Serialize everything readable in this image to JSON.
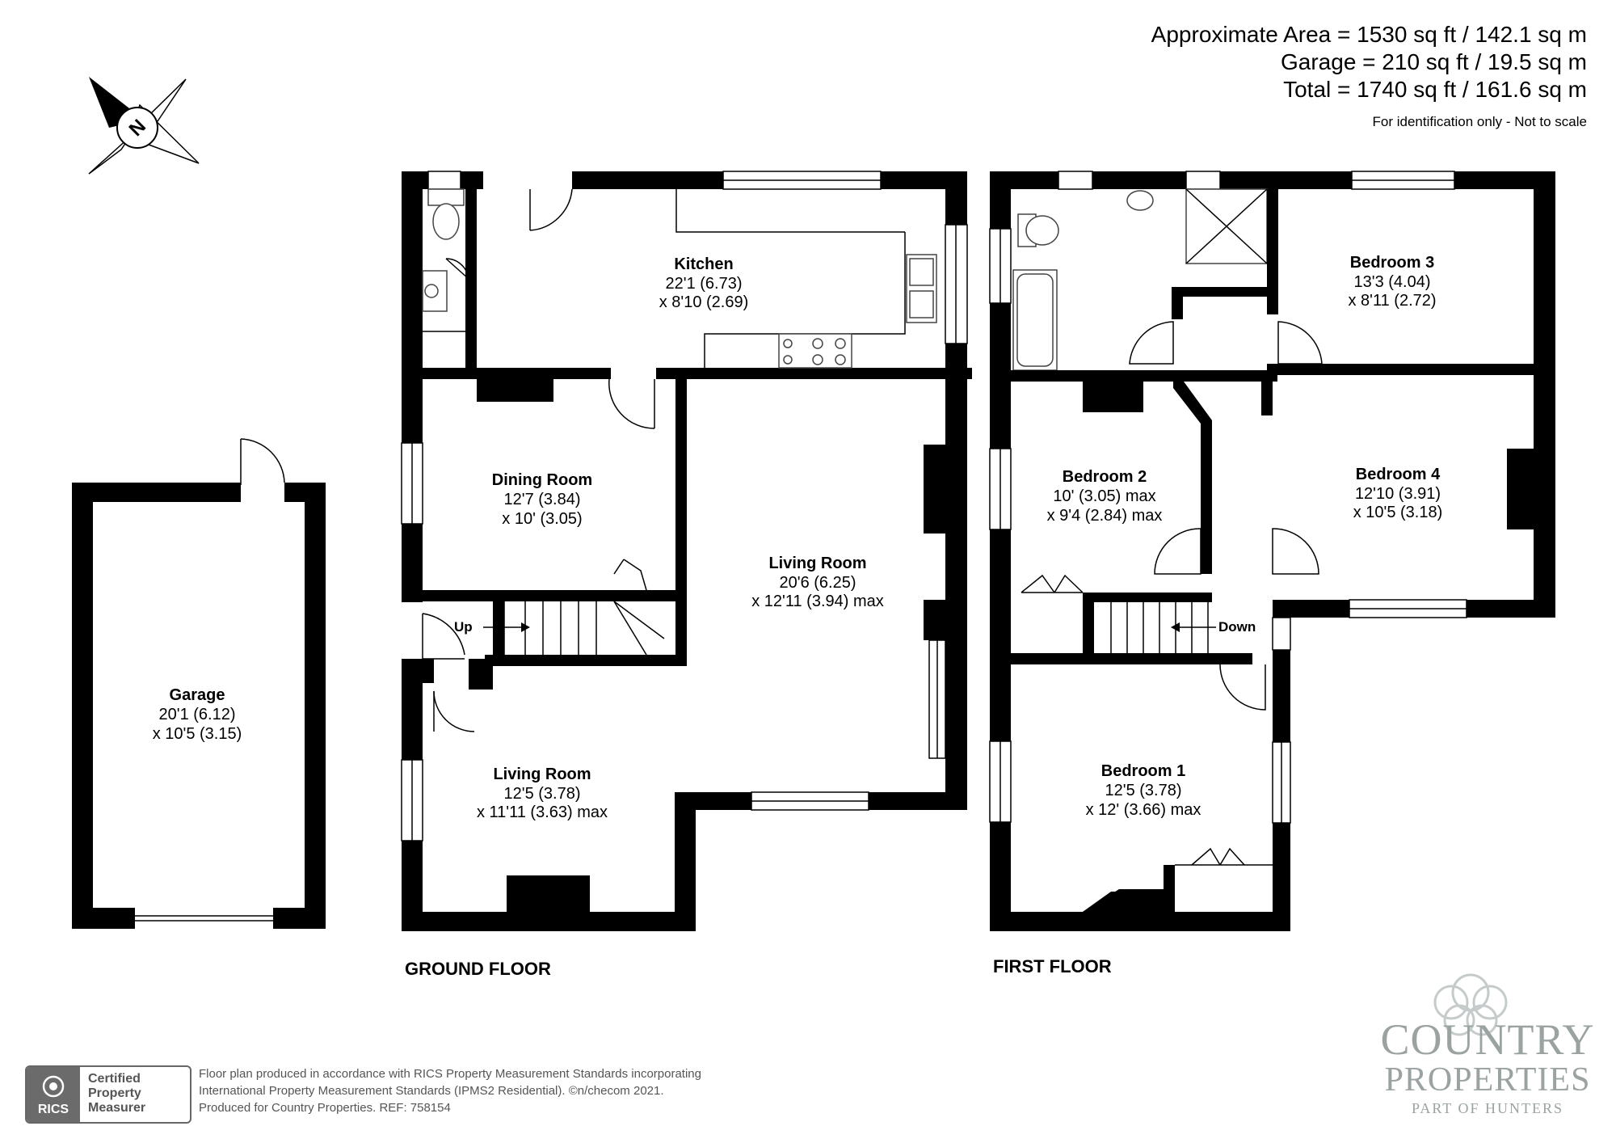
{
  "area": {
    "approximate": "Approximate Area = 1530 sq ft / 142.1 sq m",
    "garage": "Garage = 210 sq ft / 19.5 sq m",
    "total": "Total = 1740 sq ft / 161.6 sq m",
    "note": "For identification only - Not to scale"
  },
  "compass": {
    "label": "N",
    "icon": "compass-rose-icon"
  },
  "rooms": {
    "kitchen": {
      "name": "Kitchen",
      "dim1": "22'1 (6.73)",
      "dim2": "x 8'10 (2.69)"
    },
    "dining": {
      "name": "Dining Room",
      "dim1": "12'7 (3.84)",
      "dim2": "x 10' (3.05)"
    },
    "living_large": {
      "name": "Living Room",
      "dim1": "20'6 (6.25)",
      "dim2": "x 12'11 (3.94) max"
    },
    "living_small": {
      "name": "Living Room",
      "dim1": "12'5 (3.78)",
      "dim2": "x 11'11 (3.63) max"
    },
    "garage": {
      "name": "Garage",
      "dim1": "20'1 (6.12)",
      "dim2": "x 10'5 (3.15)"
    },
    "bedroom1": {
      "name": "Bedroom 1",
      "dim1": "12'5 (3.78)",
      "dim2": "x 12' (3.66) max"
    },
    "bedroom2": {
      "name": "Bedroom 2",
      "dim1": "10' (3.05) max",
      "dim2": "x 9'4 (2.84) max"
    },
    "bedroom3": {
      "name": "Bedroom 3",
      "dim1": "13'3 (4.04)",
      "dim2": "x 8'11 (2.72)"
    },
    "bedroom4": {
      "name": "Bedroom 4",
      "dim1": "12'10 (3.91)",
      "dim2": "x 10'5 (3.18)"
    }
  },
  "stairs": {
    "up": "Up",
    "down": "Down"
  },
  "floors": {
    "ground": "GROUND FLOOR",
    "first": "FIRST FLOOR"
  },
  "footer": {
    "line1": "Floor plan produced in accordance with RICS Property Measurement Standards incorporating",
    "line2": "International Property Measurement Standards (IPMS2 Residential).   ©n/checom 2021.",
    "line3": "Produced for Country Properties.   REF: 758154"
  },
  "rics": {
    "logo_text": "RICS",
    "line1": "Certified",
    "line2": "Property",
    "line3": "Measurer"
  },
  "brand": {
    "line1": "COUNTRY",
    "line2": "PROPERTIES",
    "line3": "PART OF HUNTERS"
  },
  "colors": {
    "walls": "#000000",
    "brand": "#9aa3a2",
    "badge": "#6b6b6b"
  }
}
